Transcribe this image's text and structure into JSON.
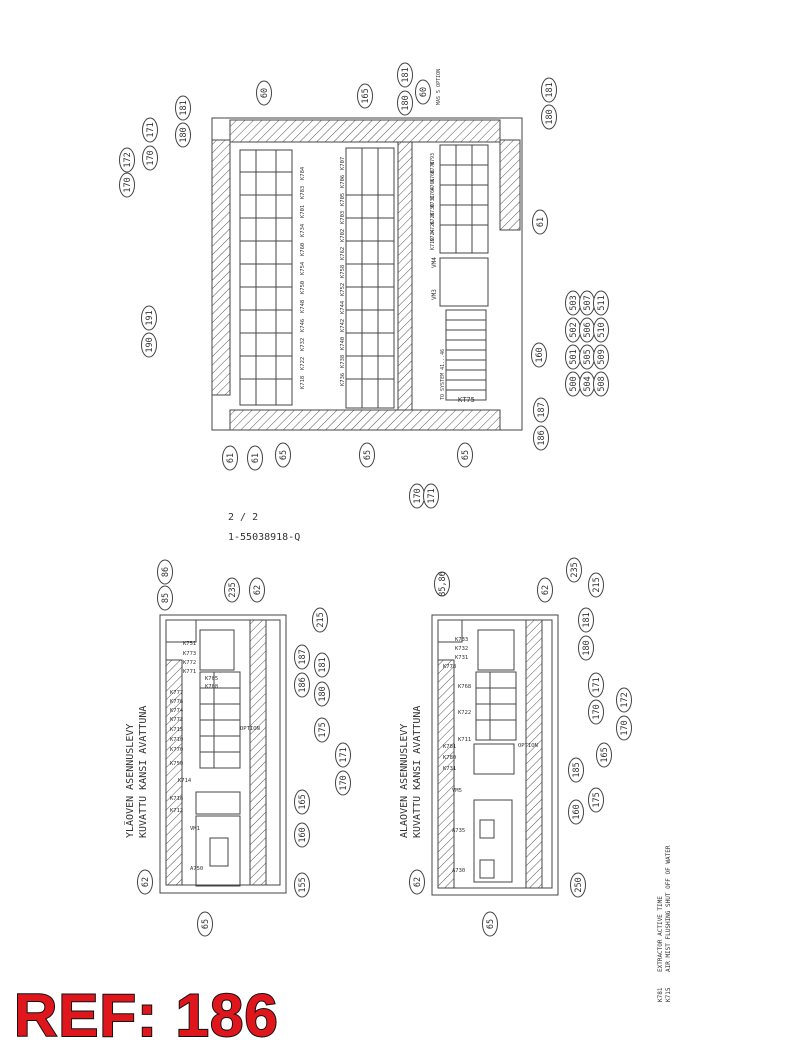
{
  "ref_label": "REF: 186",
  "sheet": {
    "page": "2 / 2",
    "drawing_number": "1-55038918-Q"
  },
  "colors": {
    "ref": "#e0161d",
    "line": "#444444"
  },
  "top_panel": {
    "callouts_left": [
      "170",
      "172",
      "170",
      "171",
      "180",
      "181",
      "190",
      "191",
      "61",
      "61",
      "65"
    ],
    "callouts_top": [
      "60",
      "165",
      "180",
      "181",
      "60"
    ],
    "callouts_right": [
      "180",
      "181",
      "61",
      "160",
      "187",
      "186"
    ],
    "callouts_bottom": [
      "65",
      "170",
      "171",
      "65"
    ],
    "callouts_grid": [
      "500",
      "501",
      "502",
      "503",
      "504",
      "505",
      "506",
      "507",
      "508",
      "509",
      "510",
      "511"
    ],
    "row1_labels": [
      "K784",
      "K783",
      "K701",
      "K734",
      "K760",
      "K754",
      "K750",
      "K748",
      "K746",
      "K732",
      "K722",
      "K718"
    ],
    "row2_labels": [
      "K707",
      "K706",
      "K705",
      "K703",
      "K702",
      "K762",
      "K758",
      "K752",
      "K744",
      "K742",
      "K740",
      "K738",
      "K736"
    ],
    "row3_labels": [
      "K793",
      "K770",
      "K768",
      "K766",
      "K764",
      "K732",
      "K730",
      "K728",
      "K726",
      "K724",
      "K719"
    ],
    "module_labels": [
      "VM4",
      "VM3",
      "KT75"
    ],
    "side_note": "MAS 5 OPTION",
    "terminal_note": "TO SYSTEM 41...46"
  },
  "left_panel": {
    "title_line1": "YLÄOVEN ASENNUSLEVY",
    "title_line2": "KUVATTU KANSI AVATTUNA",
    "callouts": [
      "85",
      "86",
      "235",
      "62",
      "215",
      "187",
      "186",
      "181",
      "180",
      "175",
      "170",
      "171",
      "165",
      "160",
      "155",
      "62",
      "65"
    ],
    "labels": [
      "K751",
      "K773",
      "K772",
      "K771",
      "K777",
      "K776",
      "K774",
      "K772",
      "K715",
      "K710",
      "K770",
      "K750",
      "K714",
      "K716",
      "K712",
      "VM1",
      "A750",
      "K705",
      "K708",
      "OPTION"
    ]
  },
  "right_panel": {
    "title_line1": "ALAOVEN ASENNUSLEVY",
    "title_line2": "KUVATTU KANSI AVATTUNA",
    "callouts": [
      "85,86",
      "62",
      "235",
      "215",
      "180",
      "181",
      "170",
      "171",
      "170",
      "172",
      "165",
      "185",
      "175",
      "160",
      "250",
      "62",
      "65"
    ],
    "labels": [
      "K733",
      "K732",
      "K731",
      "K778",
      "K768",
      "K722",
      "K711",
      "K781",
      "K780",
      "K731",
      "VM5",
      "A735",
      "A730",
      "OPTION"
    ]
  },
  "legend": {
    "codes": [
      "K781",
      "K715"
    ],
    "texts": [
      "EXTRACTOR ACTIVE TIME",
      "AIR MIST FLUSHING SHUT OFF OF WATER"
    ]
  }
}
